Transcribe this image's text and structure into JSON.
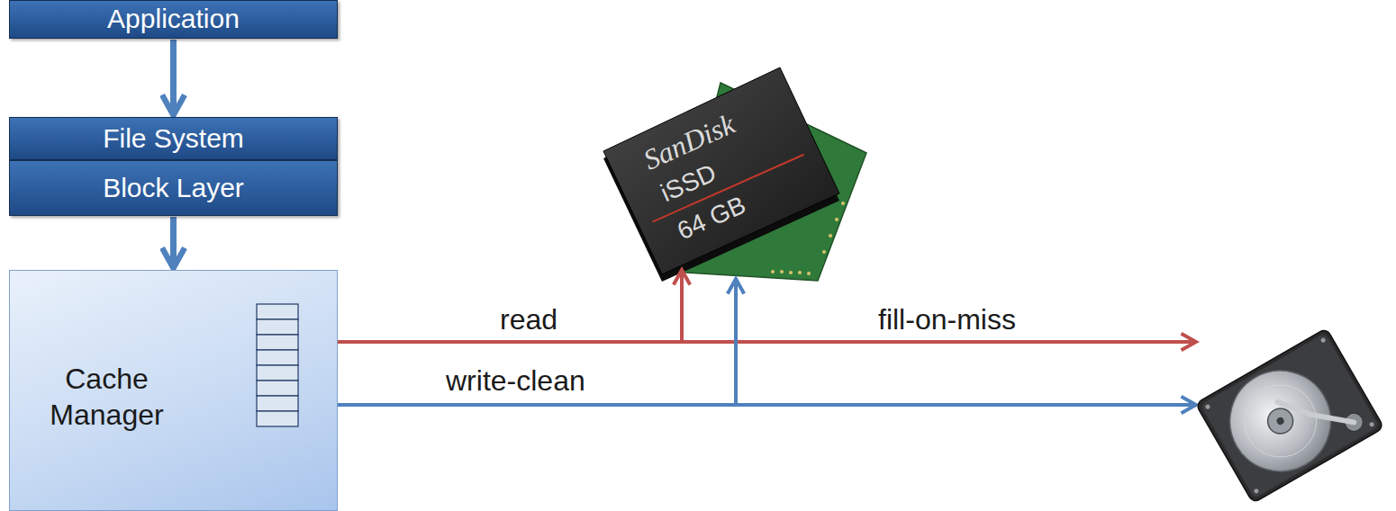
{
  "diagram": {
    "nodes": [
      {
        "text": [
          "Application"
        ]
      },
      {
        "text": [
          "File System"
        ]
      },
      {
        "text": [
          "Block Layer"
        ]
      },
      {
        "text": [
          "Cache Manager"
        ]
      }
    ],
    "edges": [
      {
        "from": 0,
        "to": 1,
        "arrow": "to"
      },
      {
        "from": 2,
        "to": 3,
        "arrow": "to"
      }
    ],
    "labels": [
      "read",
      "fill-on-miss",
      "write-clean",
      "SanDisk",
      "iSSD",
      "64 GB"
    ]
  }
}
